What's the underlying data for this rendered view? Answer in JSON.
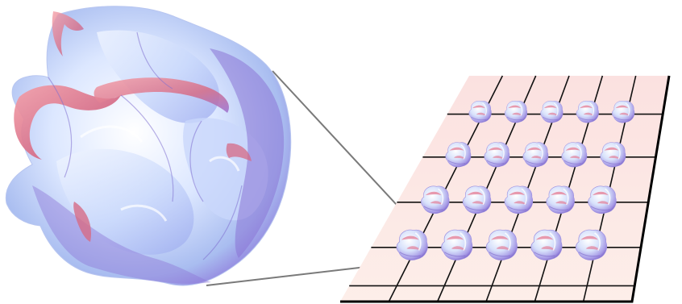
{
  "figure": {
    "subject": "calabi-yau-manifold",
    "compact_shape": "large-calabi-yau-shape",
    "grid": {
      "rows": 4,
      "columns": 5,
      "repeated_shape": "small-calabi-yau-shape"
    },
    "colors": {
      "surface_light": "#dde8ff",
      "surface_blue": "#9fb6ee",
      "surface_violet": "#8e6fd6",
      "surface_red": "#e07a8e",
      "plane_fill": "#fde6e2",
      "grid_line": "#111111",
      "callout_line": "#7a7a7a"
    }
  }
}
